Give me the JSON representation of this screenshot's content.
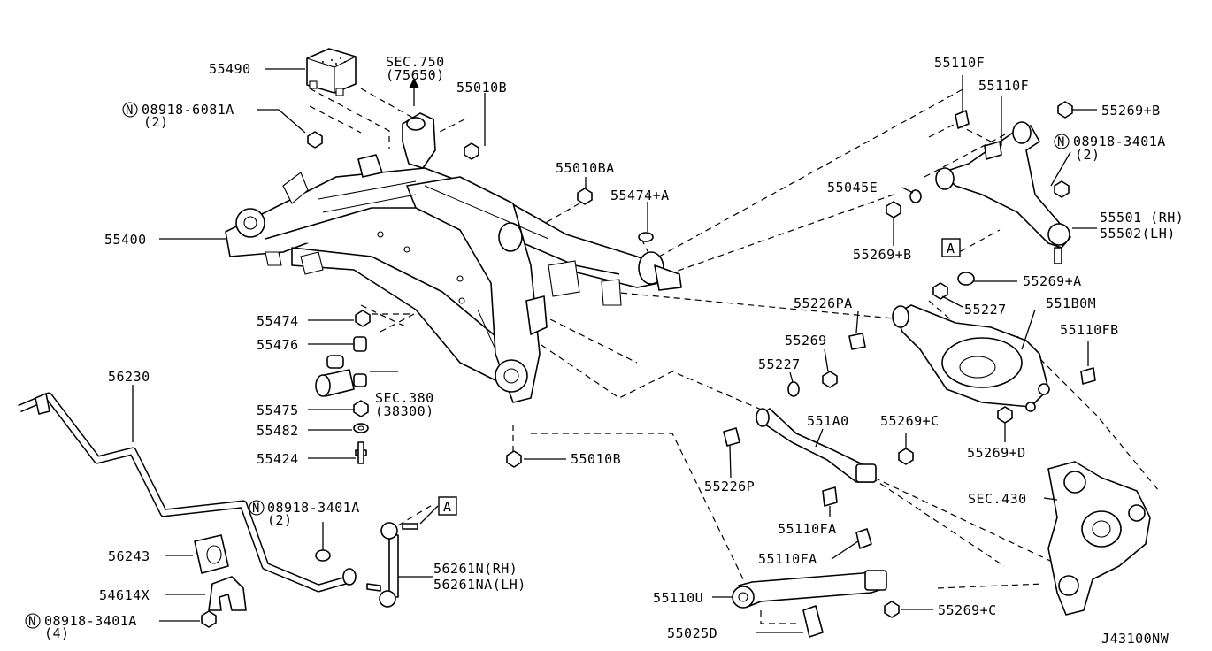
{
  "diagram": {
    "id_code": "J43100NW",
    "callouts": {
      "p55490": "55490",
      "sec750": "SEC.750",
      "sec750_ref": "(75650)",
      "p55010B_top": "55010B",
      "n08918_6081A": "08918-6081A",
      "n08918_6081A_qty": "(2)",
      "p55010BA": "55010BA",
      "p55474A": "55474+A",
      "p55400": "55400",
      "p55474": "55474",
      "p55476": "55476",
      "sec380": "SEC.380",
      "sec380_ref": "(38300)",
      "p55475": "55475",
      "p55482": "55482",
      "p55424": "55424",
      "p55010B_bot": "55010B",
      "p56230": "56230",
      "n08918_3401A_mid": "08918-3401A",
      "n08918_3401A_mid_qty": "(2)",
      "box_A_mid": "A",
      "p56243": "56243",
      "p56261N": "56261N(RH)",
      "p56261NA": "56261NA(LH)",
      "p54614X": "54614X",
      "n08918_3401A_bot": "08918-3401A",
      "n08918_3401A_bot_qty": "(4)",
      "p55110F_1": "55110F",
      "p55110F_2": "55110F",
      "p55269B_top": "55269+B",
      "n08918_3401A_top": "08918-3401A",
      "n08918_3401A_top_qty": "(2)",
      "p55045E": "55045E",
      "p55501": "55501 (RH)",
      "p55502": "55502(LH)",
      "p55269B_mid": "55269+B",
      "box_A_top": "A",
      "p55269A": "55269+A",
      "p55226PA": "55226PA",
      "p55227_top": "55227",
      "p551B0M": "551B0M",
      "p55269": "55269",
      "p55110FB": "55110FB",
      "p55227_mid": "55227",
      "p551A0": "551A0",
      "p55269C_top": "55269+C",
      "p55269D": "55269+D",
      "p55226P": "55226P",
      "p55110FA_1": "55110FA",
      "sec430": "SEC.430",
      "p55110FA_2": "55110FA",
      "p55110U": "55110U",
      "p55269C_bot": "55269+C",
      "p55025D": "55025D"
    },
    "symbols": {
      "n_marker": "N"
    }
  }
}
